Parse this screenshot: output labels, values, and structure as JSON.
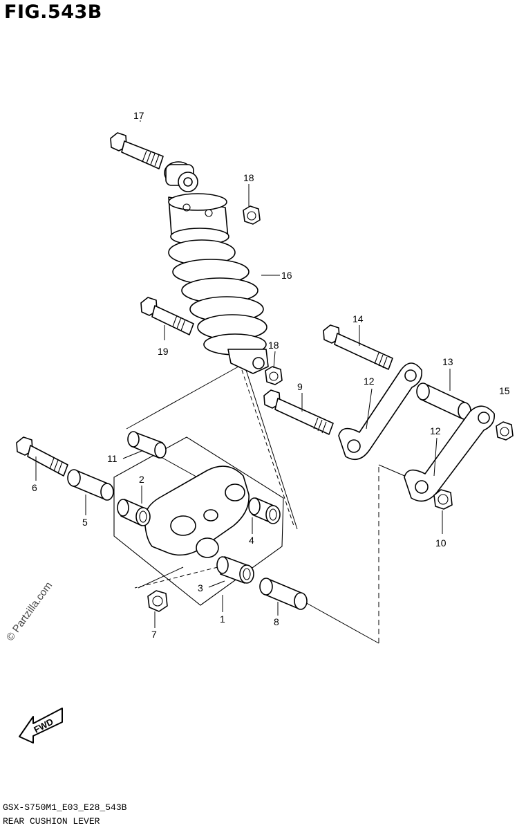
{
  "figure": {
    "title": "FIG.543B",
    "code": "GSX-S750M1_E03_E28_543B",
    "caption": "REAR CUSHION LEVER",
    "watermark": "© Partzilla.com",
    "fwd_label": "FWD"
  },
  "callouts": {
    "n1": "1",
    "n2": "2",
    "n3": "3",
    "n4": "4",
    "n5": "5",
    "n6": "6",
    "n7": "7",
    "n8": "8",
    "n9": "9",
    "n10": "10",
    "n11": "11",
    "n12a": "12",
    "n12b": "12",
    "n13": "13",
    "n14": "14",
    "n15": "15",
    "n16": "16",
    "n17": "17",
    "n18a": "18",
    "n18b": "18",
    "n19": "19"
  }
}
